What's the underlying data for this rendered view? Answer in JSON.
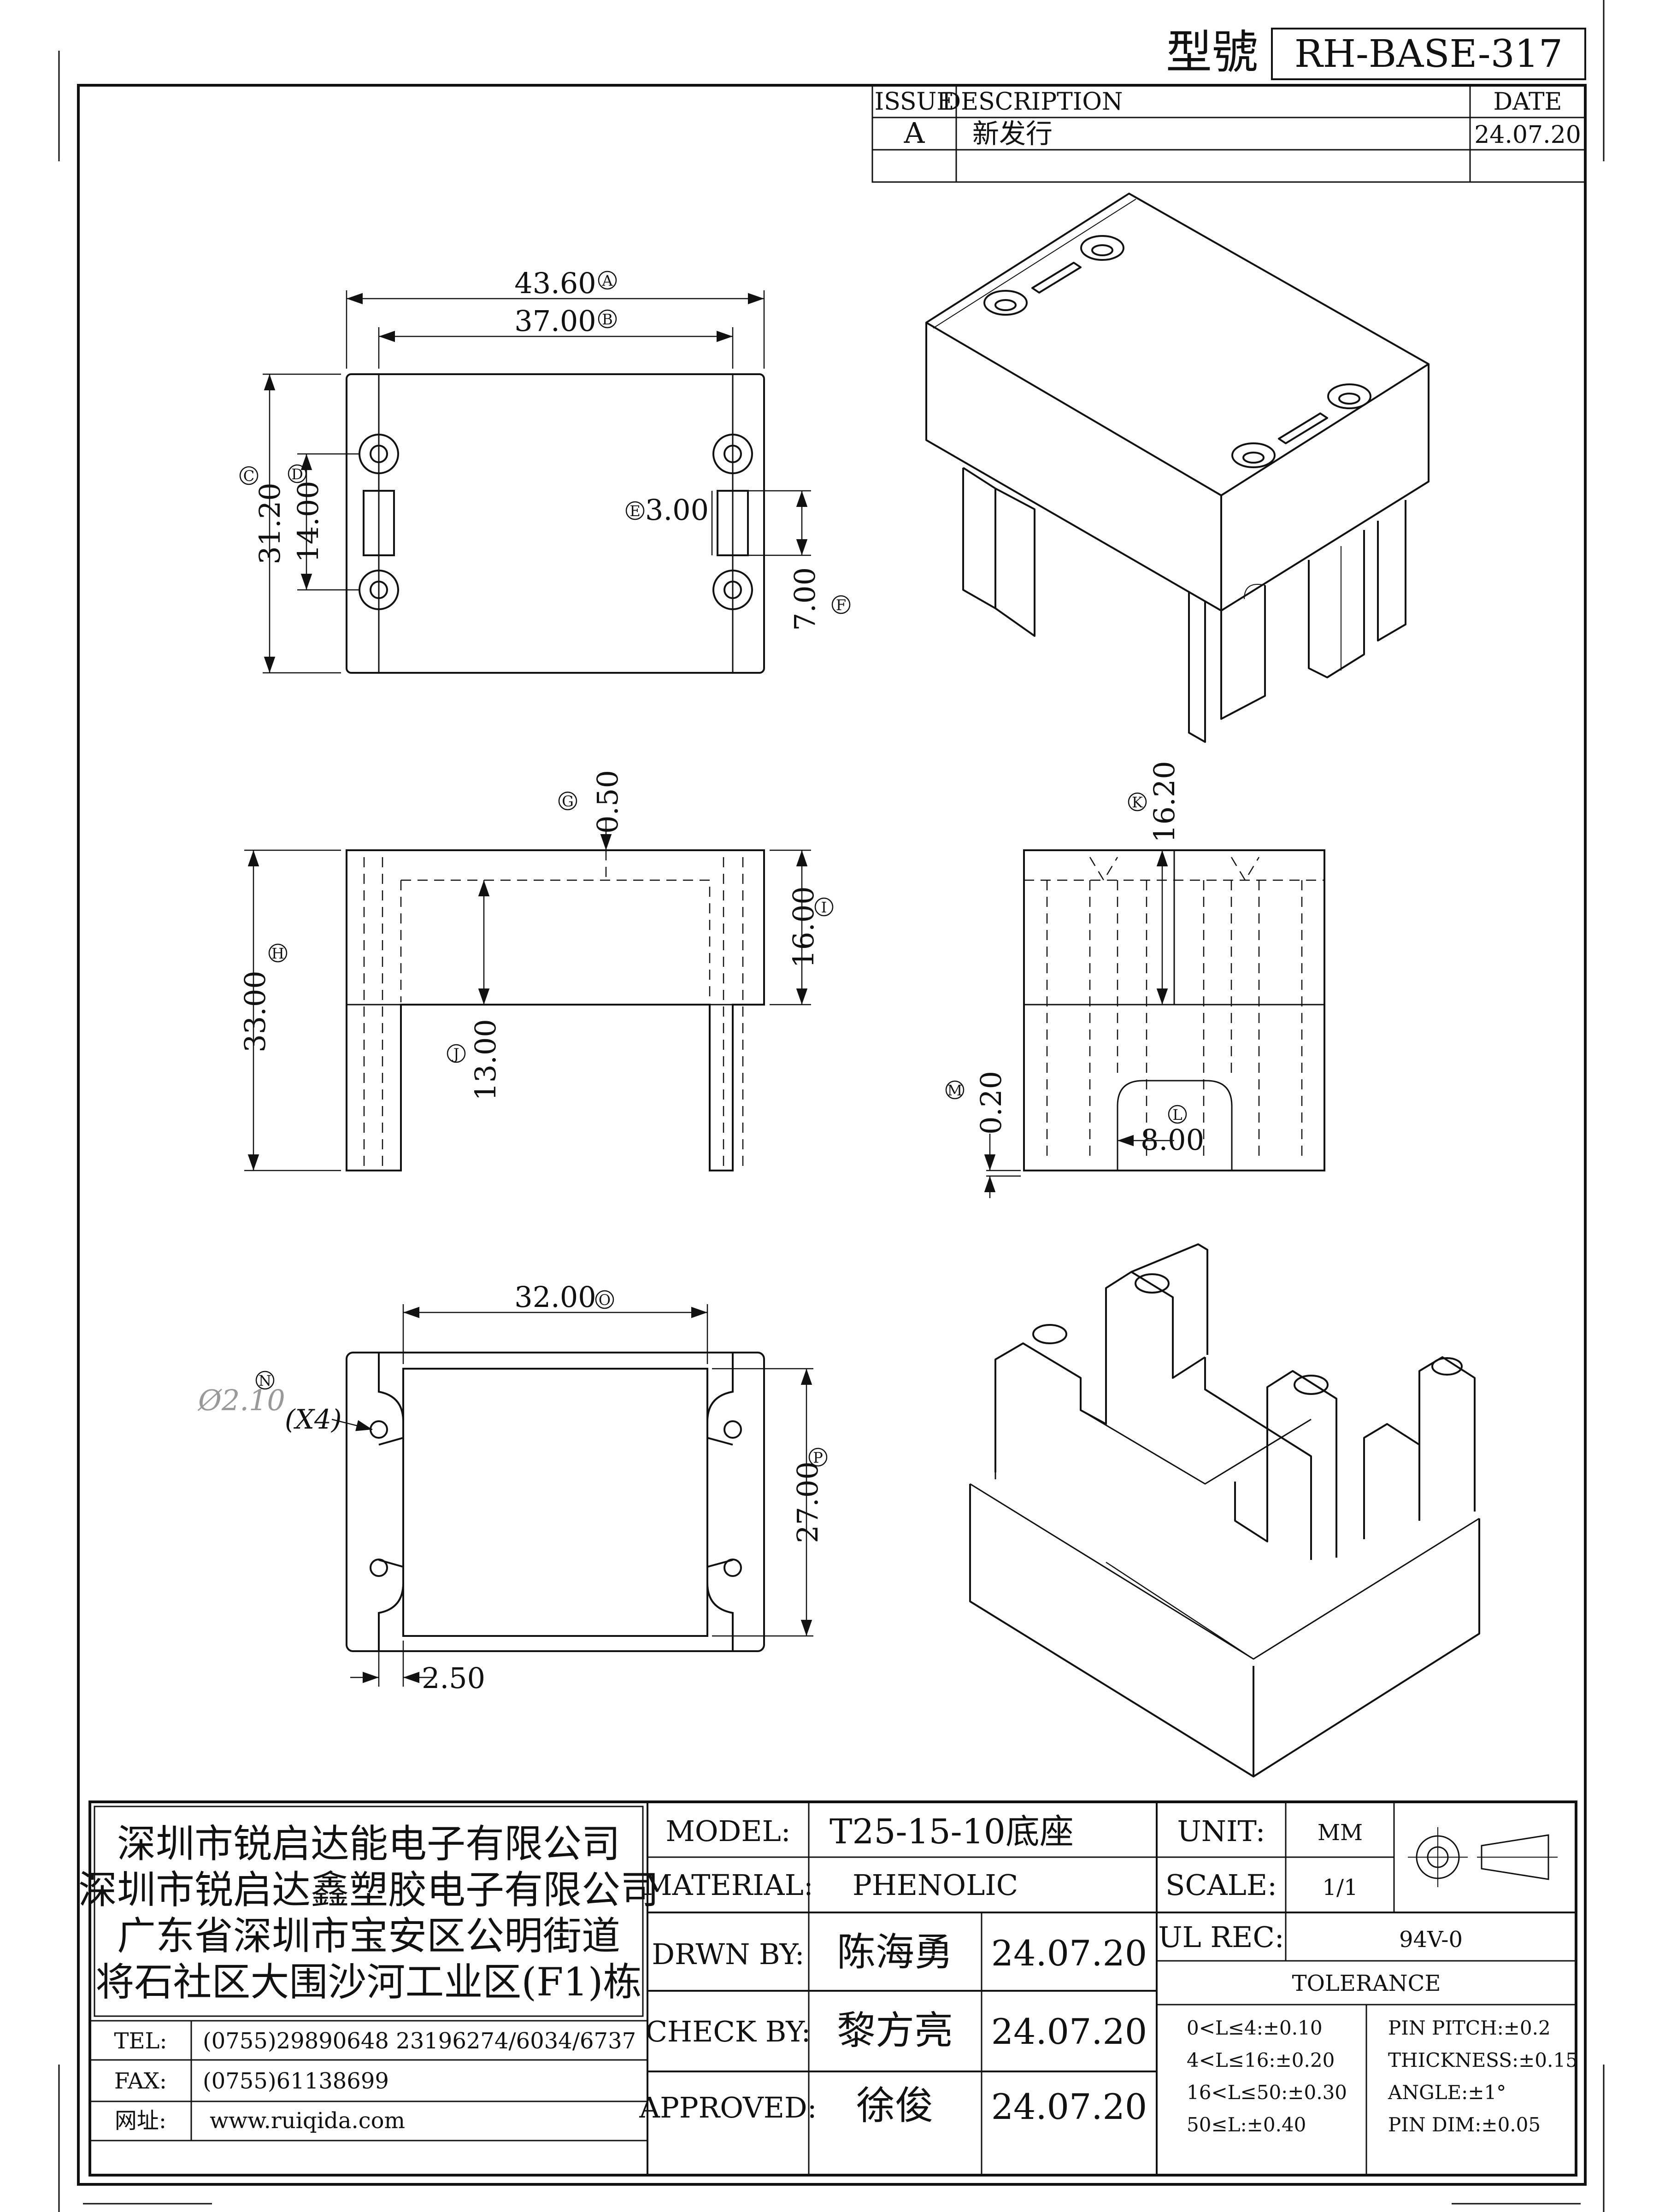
{
  "header": {
    "model_label": "型號",
    "model_value": "RH-BASE-317"
  },
  "revision_table": {
    "col_issue": "ISSUE",
    "col_description": "DESCRIPTION",
    "col_date": "DATE",
    "rows": [
      {
        "issue": "A",
        "description": "新发行",
        "date": "24.07.20"
      }
    ]
  },
  "dimensions": {
    "A": {
      "tag": "A",
      "value": "43.60"
    },
    "B": {
      "tag": "B",
      "value": "37.00"
    },
    "C": {
      "tag": "C",
      "value": "31.20"
    },
    "D": {
      "tag": "D",
      "value": "14.00"
    },
    "E": {
      "tag": "E",
      "value": "3.00"
    },
    "F": {
      "tag": "F",
      "value": "7.00"
    },
    "G": {
      "tag": "G",
      "value": "0.50"
    },
    "H": {
      "tag": "H",
      "value": "33.00"
    },
    "I": {
      "tag": "I",
      "value": "16.00"
    },
    "J": {
      "tag": "J",
      "value": "13.00"
    },
    "K": {
      "tag": "K",
      "value": "16.20"
    },
    "L": {
      "tag": "L",
      "value": "8.00"
    },
    "M": {
      "tag": "M",
      "value": "0.20"
    },
    "N": {
      "tag": "N",
      "value": "Ø2.10",
      "qty": "(X4)"
    },
    "O": {
      "tag": "O",
      "value": "32.00"
    },
    "P": {
      "tag": "P",
      "value": "27.00"
    },
    "wall": {
      "value": "2.50"
    }
  },
  "company": {
    "lines": [
      "深圳市锐启达能电子有限公司",
      "深圳市锐启达鑫塑胶电子有限公司",
      "广东省深圳市宝安区公明街道",
      "将石社区大围沙河工业区(F1)栋"
    ],
    "tel_label": "TEL:",
    "tel": "(0755)29890648  23196274/6034/6737",
    "fax_label": "FAX:",
    "fax": "(0755)61138699",
    "web_label": "网址:",
    "web": "www.ruiqida.com"
  },
  "title_block": {
    "model_label": "MODEL:",
    "model": "T25-15-10底座",
    "material_label": "MATERIAL:",
    "material": "PHENOLIC",
    "drawn_label": "DRWN BY:",
    "drawn_by": "陈海勇",
    "drawn_date": "24.07.20",
    "check_label": "CHECK BY:",
    "check_by": "黎方亮",
    "check_date": "24.07.20",
    "approved_label": "APPROVED:",
    "approved_by": "徐俊",
    "approved_date": "24.07.20",
    "unit_label": "UNIT:",
    "unit": "MM",
    "scale_label": "SCALE:",
    "scale": "1/1",
    "ul_label": "UL REC:",
    "ul": "94V-0",
    "tolerance_label": "TOLERANCE",
    "tolerance_left": [
      "0<L≤4:±0.10",
      "4<L≤16:±0.20",
      "16<L≤50:±0.30",
      "50≤L:±0.40"
    ],
    "tolerance_right": [
      "PIN PITCH:±0.2",
      "THICKNESS:±0.15",
      "ANGLE:±1°",
      "PIN DIM:±0.05"
    ]
  }
}
